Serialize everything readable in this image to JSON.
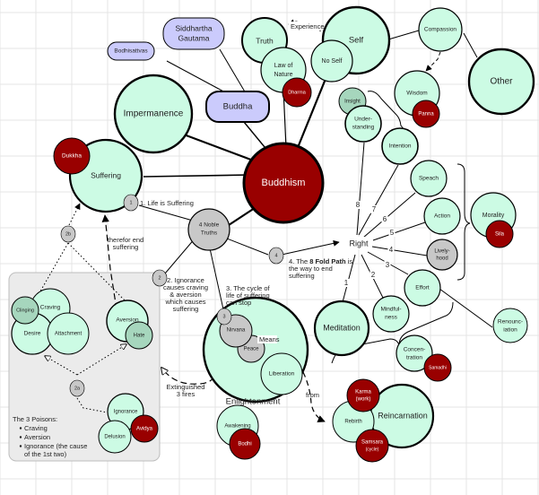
{
  "title": "Buddhism concept map",
  "colors": {
    "mint": "#ccfbe4",
    "dark_red": "#990000",
    "grey": "#c8c8c8",
    "sage": "#a6d6bd",
    "lavender": "#cbcbfc",
    "panel": "#ebebeb"
  },
  "nodes": {
    "buddhism": "Buddhism",
    "siddhartha": [
      "Siddhartha",
      "Gautama"
    ],
    "bodhisattvas": "Bodhisattvas",
    "buddha": "Buddha",
    "impermanence": "Impermanence",
    "truth": "Truth",
    "law_of_nature": [
      "Law of",
      "Nature"
    ],
    "dharma": "Dharma",
    "self": "Self",
    "no_self": "No Self",
    "compassion": "Compassion",
    "other": "Other",
    "wisdom": "Wisdom",
    "panna": "Panna",
    "insight": "Insight",
    "understanding": [
      "Under-",
      "standing"
    ],
    "intention": "Intention",
    "speach": "Speach",
    "action": "Action",
    "livelyhood": [
      "Lively-",
      "hood"
    ],
    "morality": "Morality",
    "sila": "Sila",
    "effort": "Effort",
    "renounciation": [
      "Renounc-",
      "iation"
    ],
    "mindfulness": [
      "Mindful-",
      "ness"
    ],
    "meditation": "Meditation",
    "concentration": [
      "Concen-",
      "tration"
    ],
    "samadhi": "Samadhi",
    "right": "Right",
    "suffering": "Suffering",
    "dukkha": "Dukkha",
    "four_noble_truths": [
      "4 Noble",
      "Truths"
    ],
    "enlightenment": "Enlightenment",
    "nirvana": "Nirvana",
    "peace": "Peace",
    "liberation": "Liberation",
    "awakening": "Awakening",
    "bodhi": "Bodhi",
    "reincarnation": "Reincarnation",
    "rebirth": "Rebirth",
    "karma": [
      "Karma",
      "(work)"
    ],
    "samsara": [
      "Samsara",
      "(cycle)"
    ],
    "craving": "Craving",
    "clinging": "Clinging",
    "desire": "Desire",
    "attachment": "Attachment",
    "aversion": "Aversion",
    "hate": "Hate",
    "ignorance": "Ignorance",
    "delusion": "Delusion",
    "avidya": "Avidya"
  },
  "markers": {
    "m1": "1",
    "m2": "2",
    "m2a": "2a",
    "m2b": "2b",
    "m3": "3",
    "m4": "4"
  },
  "path_numbers": [
    "8",
    "7",
    "6",
    "5",
    "4",
    "3",
    "2",
    "1"
  ],
  "annotations": {
    "experience": "Experience",
    "life_is_suffering": "1. Life is Suffering",
    "therefor_end": [
      "therefor end",
      "suffering"
    ],
    "ignorance_causes": [
      "2. Ignorance",
      "causes craving",
      "& aversion",
      "which causes",
      "suffering"
    ],
    "cycle_can_stop": [
      "3. The cycle of",
      "life of suffering",
      "can stop"
    ],
    "eightfold_prefix": "4. The ",
    "eightfold_bold": "8 Fold Path",
    "eightfold_suffix": " is",
    "eightfold_rest": [
      "the way to end",
      "suffering"
    ],
    "means": "Means",
    "from": "from",
    "extinguished": [
      "Extinguished",
      "3 fires"
    ]
  },
  "poisons": {
    "heading": "The 3 Poisons:",
    "items": [
      "Craving",
      "Aversion",
      "Ignorance (the cause",
      "of the 1st two)"
    ]
  }
}
